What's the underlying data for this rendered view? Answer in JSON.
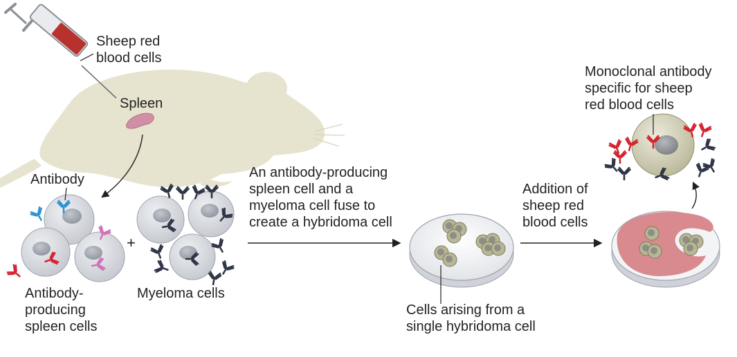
{
  "labels": {
    "sheep_red_blood_cells": [
      "Sheep red",
      "blood cells"
    ],
    "spleen": [
      "Spleen"
    ],
    "antibody": [
      "Antibody"
    ],
    "antibody_producing_spleen_cells": [
      "Antibody-",
      "producing",
      "spleen cells"
    ],
    "myeloma_cells": [
      "Myeloma cells"
    ],
    "plus": "+",
    "fusion_step": [
      "An antibody-producing",
      "spleen cell and a",
      "myeloma cell fuse to",
      "create a hybridoma cell"
    ],
    "cells_arising": [
      "Cells arising from a",
      "single hybridoma cell"
    ],
    "addition_step": [
      "Addition of",
      "sheep red",
      "blood cells"
    ],
    "monoclonal_antibody": [
      "Monoclonal antibody",
      "specific for sheep",
      "red blood cells"
    ]
  },
  "colors": {
    "mouse_silhouette": "#e6e3cf",
    "spleen": "#d08fa5",
    "blood_in_syringe": "#b8322d",
    "cell_body": "#d7d9df",
    "cell_nucleus": "#9ea3ad",
    "antibody_blue": "#2f93d1",
    "antibody_pink": "#cf74b6",
    "antibody_red": "#d42530",
    "antibody_dark": "#2f3447",
    "hybridoma_cell": "#b3b08d",
    "dish_red_cells": "#d88a8e",
    "arrow": "#231f20"
  },
  "icons": [
    "syringe-icon",
    "mouse-silhouette-icon",
    "spleen-icon",
    "antibody-icon",
    "petri-dish-icon",
    "arrow-icon"
  ]
}
